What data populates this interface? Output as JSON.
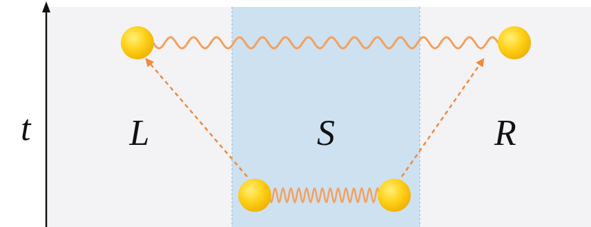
{
  "diagram": {
    "nodes": [
      {
        "text": [
          "L"
        ]
      },
      {
        "text": [
          "S"
        ]
      },
      {
        "text": [
          "R"
        ]
      }
    ],
    "labels": [
      "t"
    ]
  }
}
